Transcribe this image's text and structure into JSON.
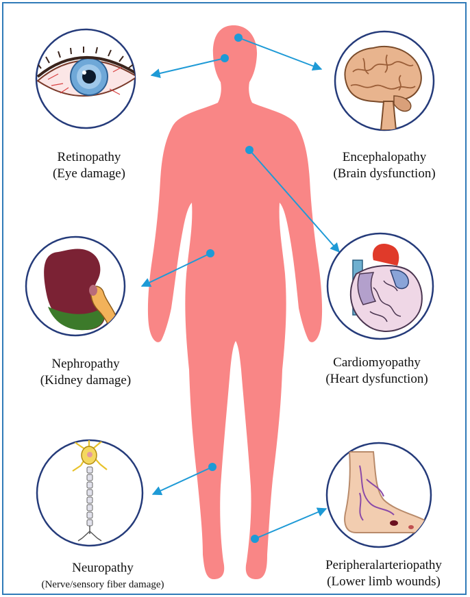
{
  "colors": {
    "frame": "#2f7ab8",
    "body": "#f98686",
    "arrow": "#1e9ad6",
    "circle_border": "#253b7a"
  },
  "labels": {
    "retinopathy": {
      "title": "Retinopathy",
      "sub": "(Eye damage)"
    },
    "encephalopathy": {
      "title": "Encephalopathy",
      "sub": "(Brain dysfunction)"
    },
    "nephropathy": {
      "title": "Nephropathy",
      "sub": "(Kidney damage)"
    },
    "cardiomyopathy": {
      "title": "Cardiomyopathy",
      "sub": "(Heart dysfunction)"
    },
    "neuropathy": {
      "title": "Neuropathy",
      "sub": "(Nerve/sensory fiber damage)"
    },
    "peripheral": {
      "title": "Peripheralarteriopathy",
      "sub": "(Lower limb wounds)"
    }
  },
  "icons": [
    "eye-icon",
    "brain-icon",
    "kidney-icon",
    "heart-icon",
    "neuron-icon",
    "foot-icon"
  ]
}
